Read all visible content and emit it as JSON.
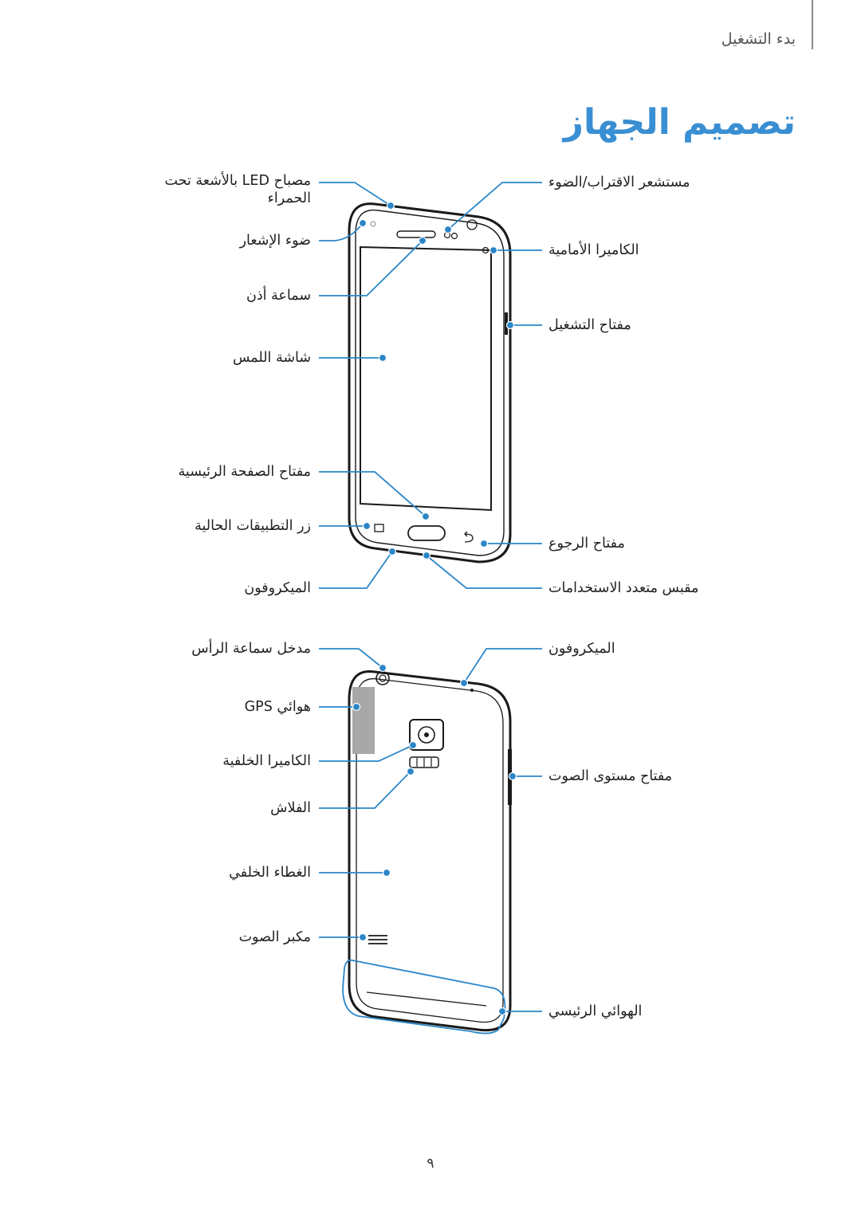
{
  "header": {
    "section": "بدء التشغيل",
    "title": "تصميم الجهاز"
  },
  "front_labels": {
    "led": "مصباح LED بالأشعة تحت\nالحمراء",
    "notification_light": "ضوء الإشعار",
    "earpiece": "سماعة أذن",
    "touchscreen": "شاشة اللمس",
    "home_key": "مفتاح الصفحة الرئيسية",
    "recent_apps": "زر التطبيقات الحالية",
    "microphone": "الميكروفون",
    "proximity_sensor": "مستشعر الاقتراب/الضوء",
    "front_camera": "الكاميرا الأمامية",
    "power_key": "مفتاح التشغيل",
    "back_key": "مفتاح الرجوع",
    "multipurpose_jack": "مقبس متعدد الاستخدامات"
  },
  "back_labels": {
    "headset_jack": "مدخل سماعة الرأس",
    "gps_antenna": "هوائي GPS",
    "rear_camera": "الكاميرا الخلفية",
    "flash": "الفلاش",
    "back_cover": "الغطاء الخلفي",
    "speaker": "مكبر الصوت",
    "microphone": "الميكروفون",
    "volume_key": "مفتاح مستوى الصوت",
    "main_antenna": "الهوائي الرئيسي"
  },
  "page_number": "٩",
  "colors": {
    "accent": "#3a8fd3",
    "callout": "#2b86c8",
    "outline": "#1a1a1a",
    "antenna": "#a8a8a8"
  }
}
